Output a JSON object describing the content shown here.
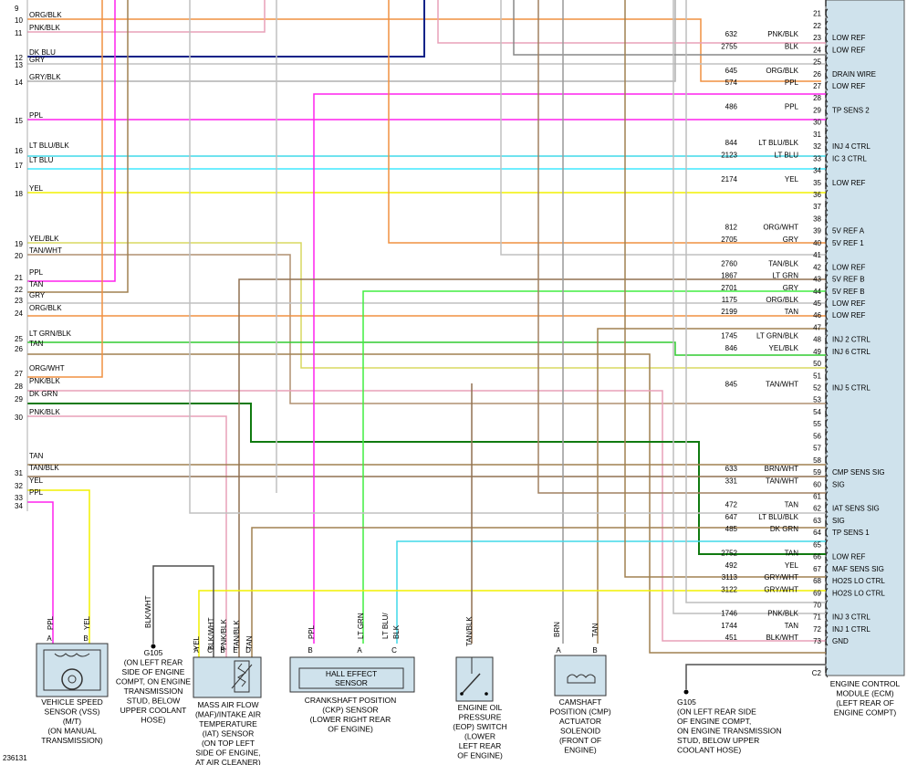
{
  "diagram_id": "236131",
  "colors": {
    "PPL": "#ff22ee",
    "PNK/BLK": "#e8a0b8",
    "ORG/BLK": "#f09040",
    "ORG/WHT": "#f09040",
    "DK BLU": "#0a2288",
    "GRY": "#c0c0c0",
    "GRY/BLK": "#b0b0b0",
    "GRY/WHT": "#bdbdbd",
    "LT BLU/BLK": "#40d8e8",
    "LT BLU": "#40e8ff",
    "YEL": "#f2f000",
    "YEL/BLK": "#d8d860",
    "TAN": "#a08050",
    "TAN/WHT": "#b09070",
    "TAN/BLK": "#907050",
    "LT GRN": "#40ee40",
    "LT GRN/BLK": "#30cc30",
    "DK GRN": "#107a10",
    "BRN": "#999999",
    "BRN/WHT": "#a08060",
    "BLK/WHT": "#505050",
    "WIRE": "#888888"
  },
  "left_rows": [
    {
      "pin": "9",
      "label": ""
    },
    {
      "pin": "10",
      "label": "ORG/BLK"
    },
    {
      "pin": "11",
      "label": "PNK/BLK"
    },
    {
      "pin": "12",
      "label": "DK BLU"
    },
    {
      "pin": "13",
      "label": "GRY"
    },
    {
      "pin": "14",
      "label": "GRY/BLK"
    },
    {
      "pin": "15",
      "label": "PPL"
    },
    {
      "pin": "16",
      "label": "LT BLU/BLK"
    },
    {
      "pin": "17",
      "label": "LT BLU"
    },
    {
      "pin": "18",
      "label": "YEL"
    },
    {
      "pin": "19",
      "label": "YEL/BLK"
    },
    {
      "pin": "20",
      "label": "TAN/WHT"
    },
    {
      "pin": "21",
      "label": "PPL"
    },
    {
      "pin": "22",
      "label": "TAN"
    },
    {
      "pin": "23",
      "label": "GRY"
    },
    {
      "pin": "24",
      "label": "ORG/BLK"
    },
    {
      "pin": "25",
      "label": "LT GRN/BLK"
    },
    {
      "pin": "26",
      "label": "TAN"
    },
    {
      "pin": "27",
      "label": "ORG/WHT"
    },
    {
      "pin": "28",
      "label": "PNK/BLK"
    },
    {
      "pin": "29",
      "label": "DK GRN"
    },
    {
      "pin": "30",
      "label": "PNK/BLK"
    },
    {
      "pin": "",
      "label": "TAN"
    },
    {
      "pin": "31",
      "label": "TAN/BLK"
    },
    {
      "pin": "32",
      "label": "YEL"
    },
    {
      "pin": "33",
      "label": "PPL"
    },
    {
      "pin": "34",
      "label": ""
    }
  ],
  "right_rows": [
    {
      "pin": "21",
      "circuit": "",
      "color": "",
      "name": ""
    },
    {
      "pin": "22",
      "circuit": "",
      "color": "",
      "name": ""
    },
    {
      "pin": "23",
      "circuit": "632",
      "color": "PNK/BLK",
      "name": "LOW REF"
    },
    {
      "pin": "24",
      "circuit": "2755",
      "color": "BLK",
      "name": "LOW REF"
    },
    {
      "pin": "25",
      "circuit": "",
      "color": "",
      "name": ""
    },
    {
      "pin": "26",
      "circuit": "645",
      "color": "ORG/BLK",
      "name": "DRAIN WIRE"
    },
    {
      "pin": "27",
      "circuit": "574",
      "color": "PPL",
      "name": "LOW REF"
    },
    {
      "pin": "28",
      "circuit": "",
      "color": "",
      "name": ""
    },
    {
      "pin": "29",
      "circuit": "486",
      "color": "PPL",
      "name": "TP SENS 2"
    },
    {
      "pin": "30",
      "circuit": "",
      "color": "",
      "name": ""
    },
    {
      "pin": "31",
      "circuit": "",
      "color": "",
      "name": ""
    },
    {
      "pin": "32",
      "circuit": "844",
      "color": "LT BLU/BLK",
      "name": "INJ 4 CTRL"
    },
    {
      "pin": "33",
      "circuit": "2123",
      "color": "LT BLU",
      "name": "IC 3 CTRL"
    },
    {
      "pin": "34",
      "circuit": "",
      "color": "",
      "name": ""
    },
    {
      "pin": "35",
      "circuit": "2174",
      "color": "YEL",
      "name": "LOW REF"
    },
    {
      "pin": "36",
      "circuit": "",
      "color": "",
      "name": ""
    },
    {
      "pin": "37",
      "circuit": "",
      "color": "",
      "name": ""
    },
    {
      "pin": "38",
      "circuit": "",
      "color": "",
      "name": ""
    },
    {
      "pin": "39",
      "circuit": "812",
      "color": "ORG/WHT",
      "name": "5V REF A"
    },
    {
      "pin": "40",
      "circuit": "2705",
      "color": "GRY",
      "name": "5V REF 1"
    },
    {
      "pin": "41",
      "circuit": "",
      "color": "",
      "name": ""
    },
    {
      "pin": "42",
      "circuit": "2760",
      "color": "TAN/BLK",
      "name": "LOW REF"
    },
    {
      "pin": "43",
      "circuit": "1867",
      "color": "LT GRN",
      "name": "5V REF B"
    },
    {
      "pin": "44",
      "circuit": "2701",
      "color": "GRY",
      "name": "5V REF B"
    },
    {
      "pin": "45",
      "circuit": "1175",
      "color": "ORG/BLK",
      "name": "LOW REF"
    },
    {
      "pin": "46",
      "circuit": "2199",
      "color": "TAN",
      "name": "LOW REF"
    },
    {
      "pin": "47",
      "circuit": "",
      "color": "",
      "name": ""
    },
    {
      "pin": "48",
      "circuit": "1745",
      "color": "LT GRN/BLK",
      "name": "INJ 2 CTRL"
    },
    {
      "pin": "49",
      "circuit": "846",
      "color": "YEL/BLK",
      "name": "INJ 6 CTRL"
    },
    {
      "pin": "50",
      "circuit": "",
      "color": "",
      "name": ""
    },
    {
      "pin": "51",
      "circuit": "",
      "color": "",
      "name": ""
    },
    {
      "pin": "52",
      "circuit": "845",
      "color": "TAN/WHT",
      "name": "INJ 5 CTRL"
    },
    {
      "pin": "53",
      "circuit": "",
      "color": "",
      "name": ""
    },
    {
      "pin": "54",
      "circuit": "",
      "color": "",
      "name": ""
    },
    {
      "pin": "55",
      "circuit": "",
      "color": "",
      "name": ""
    },
    {
      "pin": "56",
      "circuit": "",
      "color": "",
      "name": ""
    },
    {
      "pin": "57",
      "circuit": "",
      "color": "",
      "name": ""
    },
    {
      "pin": "58",
      "circuit": "",
      "color": "",
      "name": ""
    },
    {
      "pin": "59",
      "circuit": "633",
      "color": "BRN/WHT",
      "name": "CMP SENS SIG"
    },
    {
      "pin": "60",
      "circuit": "331",
      "color": "TAN/WHT",
      "name": "SIG"
    },
    {
      "pin": "61",
      "circuit": "",
      "color": "",
      "name": ""
    },
    {
      "pin": "62",
      "circuit": "472",
      "color": "TAN",
      "name": "IAT SENS SIG"
    },
    {
      "pin": "63",
      "circuit": "647",
      "color": "LT BLU/BLK",
      "name": "SIG"
    },
    {
      "pin": "64",
      "circuit": "485",
      "color": "DK GRN",
      "name": "TP SENS 1"
    },
    {
      "pin": "65",
      "circuit": "",
      "color": "",
      "name": ""
    },
    {
      "pin": "66",
      "circuit": "2752",
      "color": "TAN",
      "name": "LOW REF"
    },
    {
      "pin": "67",
      "circuit": "492",
      "color": "YEL",
      "name": "MAF SENS SIG"
    },
    {
      "pin": "68",
      "circuit": "3113",
      "color": "GRY/WHT",
      "name": "HO2S LO CTRL"
    },
    {
      "pin": "69",
      "circuit": "3122",
      "color": "GRY/WHT",
      "name": "HO2S LO CTRL"
    },
    {
      "pin": "70",
      "circuit": "",
      "color": "",
      "name": ""
    },
    {
      "pin": "71",
      "circuit": "1746",
      "color": "PNK/BLK",
      "name": "INJ 3 CTRL"
    },
    {
      "pin": "72",
      "circuit": "1744",
      "color": "TAN",
      "name": "INJ 1 CTRL"
    },
    {
      "pin": "73",
      "circuit": "451",
      "color": "BLK/WHT",
      "name": "GND"
    },
    {
      "pin": "C2",
      "circuit": "",
      "color": "",
      "name": ""
    }
  ],
  "components": {
    "vss": {
      "pin_labels": [
        "PPL",
        "YEL"
      ],
      "pin_letters": [
        "A",
        "B"
      ],
      "caption": [
        "VEHICLE SPEED",
        "SENSOR (VSS)",
        "(M/T)",
        "(ON MANUAL",
        "TRANSMISSION)"
      ]
    },
    "g105_left": {
      "wire": "BLK/WHT",
      "caption": [
        "G105",
        "(ON LEFT REAR",
        "SIDE OF ENGINE",
        "COMPT, ON ENGINE",
        "TRANSMISSION",
        "STUD, BELOW",
        "UPPER COOLANT",
        "HOSE)"
      ]
    },
    "maf": {
      "pin_labels": [
        "YEL",
        "BLK/WHT",
        "PNK/BLK",
        "TAN/BLK",
        "TAN"
      ],
      "pin_letters": [
        "A",
        "C",
        "B",
        "E",
        "D"
      ],
      "caption": [
        "MASS AIR FLOW",
        "(MAF)/INTAKE AIR",
        "TEMPERATURE",
        "(IAT) SENSOR",
        "(ON TOP LEFT",
        "SIDE OF ENGINE,",
        "AT AIR CLEANER)"
      ]
    },
    "ckp": {
      "pin_labels": [
        "PPL",
        "LT GRN",
        "LT BLU/",
        "BLK"
      ],
      "pin_letters": [
        "B",
        "A",
        "C"
      ],
      "box_title": [
        "HALL EFFECT",
        "SENSOR"
      ],
      "caption": [
        "CRANKSHAFT POSITION",
        "(CKP) SENSOR",
        "(LOWER RIGHT REAR",
        "OF ENGINE)"
      ]
    },
    "eop": {
      "pin_labels": [
        "TAN/BLK"
      ],
      "caption": [
        "ENGINE OIL",
        "PRESSURE",
        "(EOP) SWITCH",
        "(LOWER",
        "LEFT REAR",
        "OF ENGINE)"
      ]
    },
    "cmp": {
      "pin_labels": [
        "BRN",
        "TAN"
      ],
      "pin_letters": [
        "A",
        "B"
      ],
      "caption": [
        "CAMSHAFT",
        "POSITION (CMP)",
        "ACTUATOR",
        "SOLENOID",
        "(FRONT OF",
        "ENGINE)"
      ]
    },
    "g105_right": {
      "caption": [
        "G105",
        "(ON LEFT REAR SIDE",
        "OF ENGINE COMPT,",
        "ON ENGINE TRANSMISSION",
        "STUD, BELOW UPPER",
        "COOLANT HOSE)"
      ]
    },
    "ecm": {
      "caption": [
        "ENGINE CONTROL",
        "MODULE (ECM)",
        "(LEFT REAR OF",
        "ENGINE COMPT)"
      ]
    }
  }
}
